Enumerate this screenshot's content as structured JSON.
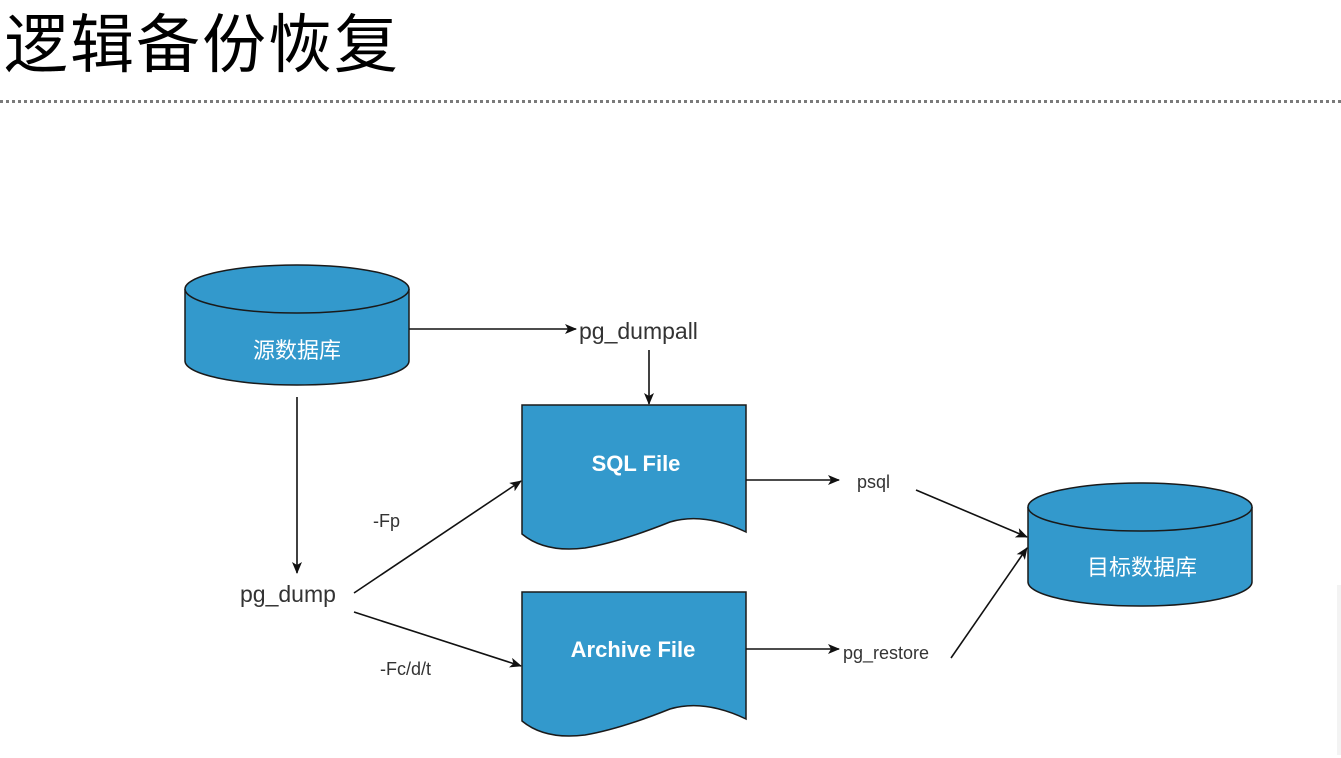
{
  "page": {
    "title": "逻辑备份恢复"
  },
  "diagram": {
    "colors": {
      "node_fill": "#3399cc",
      "node_stroke": "#1a1a1a",
      "edge": "#111111",
      "label_text": "#333333"
    },
    "nodes": {
      "source_db": {
        "label": "源数据库",
        "shape": "cylinder"
      },
      "target_db": {
        "label": "目标数据库",
        "shape": "cylinder"
      },
      "sql_file": {
        "label": "SQL File",
        "shape": "document"
      },
      "archive_file": {
        "label": "Archive File",
        "shape": "document"
      },
      "pg_dumpall": {
        "label": "pg_dumpall",
        "shape": "text"
      },
      "pg_dump": {
        "label": "pg_dump",
        "shape": "text"
      },
      "psql": {
        "label": "psql",
        "shape": "text"
      },
      "pg_restore": {
        "label": "pg_restore",
        "shape": "text"
      }
    },
    "edge_labels": {
      "fp": "-Fp",
      "fcdt": "-Fc/d/t"
    },
    "edges": [
      {
        "from": "源数据库",
        "to": "pg_dumpall"
      },
      {
        "from": "pg_dumpall",
        "to": "SQL File"
      },
      {
        "from": "源数据库",
        "to": "pg_dump"
      },
      {
        "from": "pg_dump",
        "to": "SQL File",
        "label": "-Fp"
      },
      {
        "from": "pg_dump",
        "to": "Archive File",
        "label": "-Fc/d/t"
      },
      {
        "from": "SQL File",
        "to": "psql"
      },
      {
        "from": "Archive File",
        "to": "pg_restore"
      },
      {
        "from": "psql",
        "to": "目标数据库"
      },
      {
        "from": "pg_restore",
        "to": "目标数据库"
      }
    ]
  }
}
